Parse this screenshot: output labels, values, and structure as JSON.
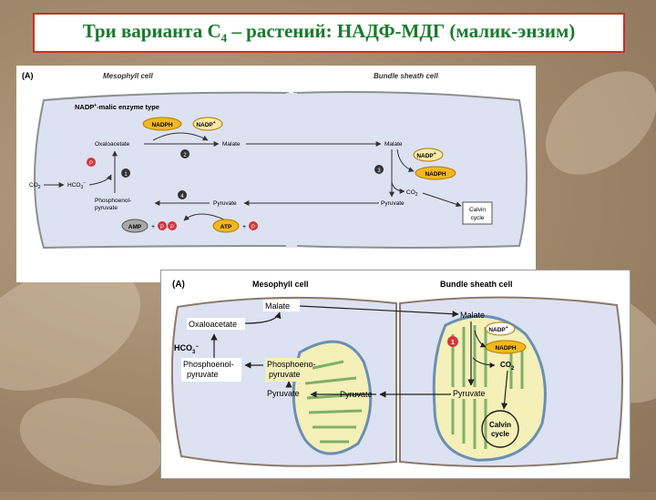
{
  "slide": {
    "title_prefix": "Три варианта С",
    "title_sub": "4",
    "title_suffix": " – растений: НАДФ-МДГ (малик-энзим)"
  },
  "diagram_a": {
    "panel_label": "(A)",
    "mesophyll_title": "Mesophyll cell",
    "bundle_title": "Bundle sheath cell",
    "type_label_prefix": "NADP",
    "type_label_sup": "+",
    "type_label_suffix": "-malic enzyme type",
    "nadph": "NADPH",
    "nadp": "NADP",
    "nadp_sup": "+",
    "oxaloacetate": "Oxaloacetate",
    "malate_left": "Malate",
    "malate_right": "Malate",
    "co2_left": "CO",
    "hco3": "HCO",
    "pi": "P",
    "pi_sub": "i",
    "pep_line1": "Phosphoenol-",
    "pep_line2": "pyruvate",
    "pyruvate_left": "Pyruvate",
    "pyruvate_right": "Pyruvate",
    "co2_right": "CO",
    "calvin_line1": "Calvin",
    "calvin_line2": "cycle",
    "amp": "AMP",
    "atp": "ATP",
    "plus": "+",
    "steps": [
      "1",
      "2",
      "3",
      "4"
    ]
  },
  "diagram_b": {
    "panel_label": "(A)",
    "mesophyll_title": "Mesophyll cell",
    "bundle_title": "Bundle sheath cell",
    "malate_top": "Malate",
    "malate_right": "Malate",
    "oxaloacetate": "Oxaloacetate",
    "hco3": "HCO",
    "pep_left_1": "Phosphoenol-",
    "pep_left_2": "pyruvate",
    "pep_chl_1": "Phosphoeno-",
    "pep_chl_2": "pyruvate",
    "pyruvate_chl": "Pyruvate",
    "pyruvate_mid": "Pyruvate",
    "pyruvate_right": "Pyruvate",
    "nadp": "NADP",
    "nadp_sup": "+",
    "nadph": "NADPH",
    "co2": "CO",
    "co2_sub": "2",
    "calvin_1": "Calvin",
    "calvin_2": "cycle",
    "step": "1"
  },
  "colors": {
    "title_green": "#1a7a2c",
    "title_border": "#c9302c",
    "cell_fill": "#dde2f2",
    "chloroplast": "#f4f0b8",
    "nadph_yellow": "#f3b81e",
    "badge_red": "#d4353a"
  }
}
